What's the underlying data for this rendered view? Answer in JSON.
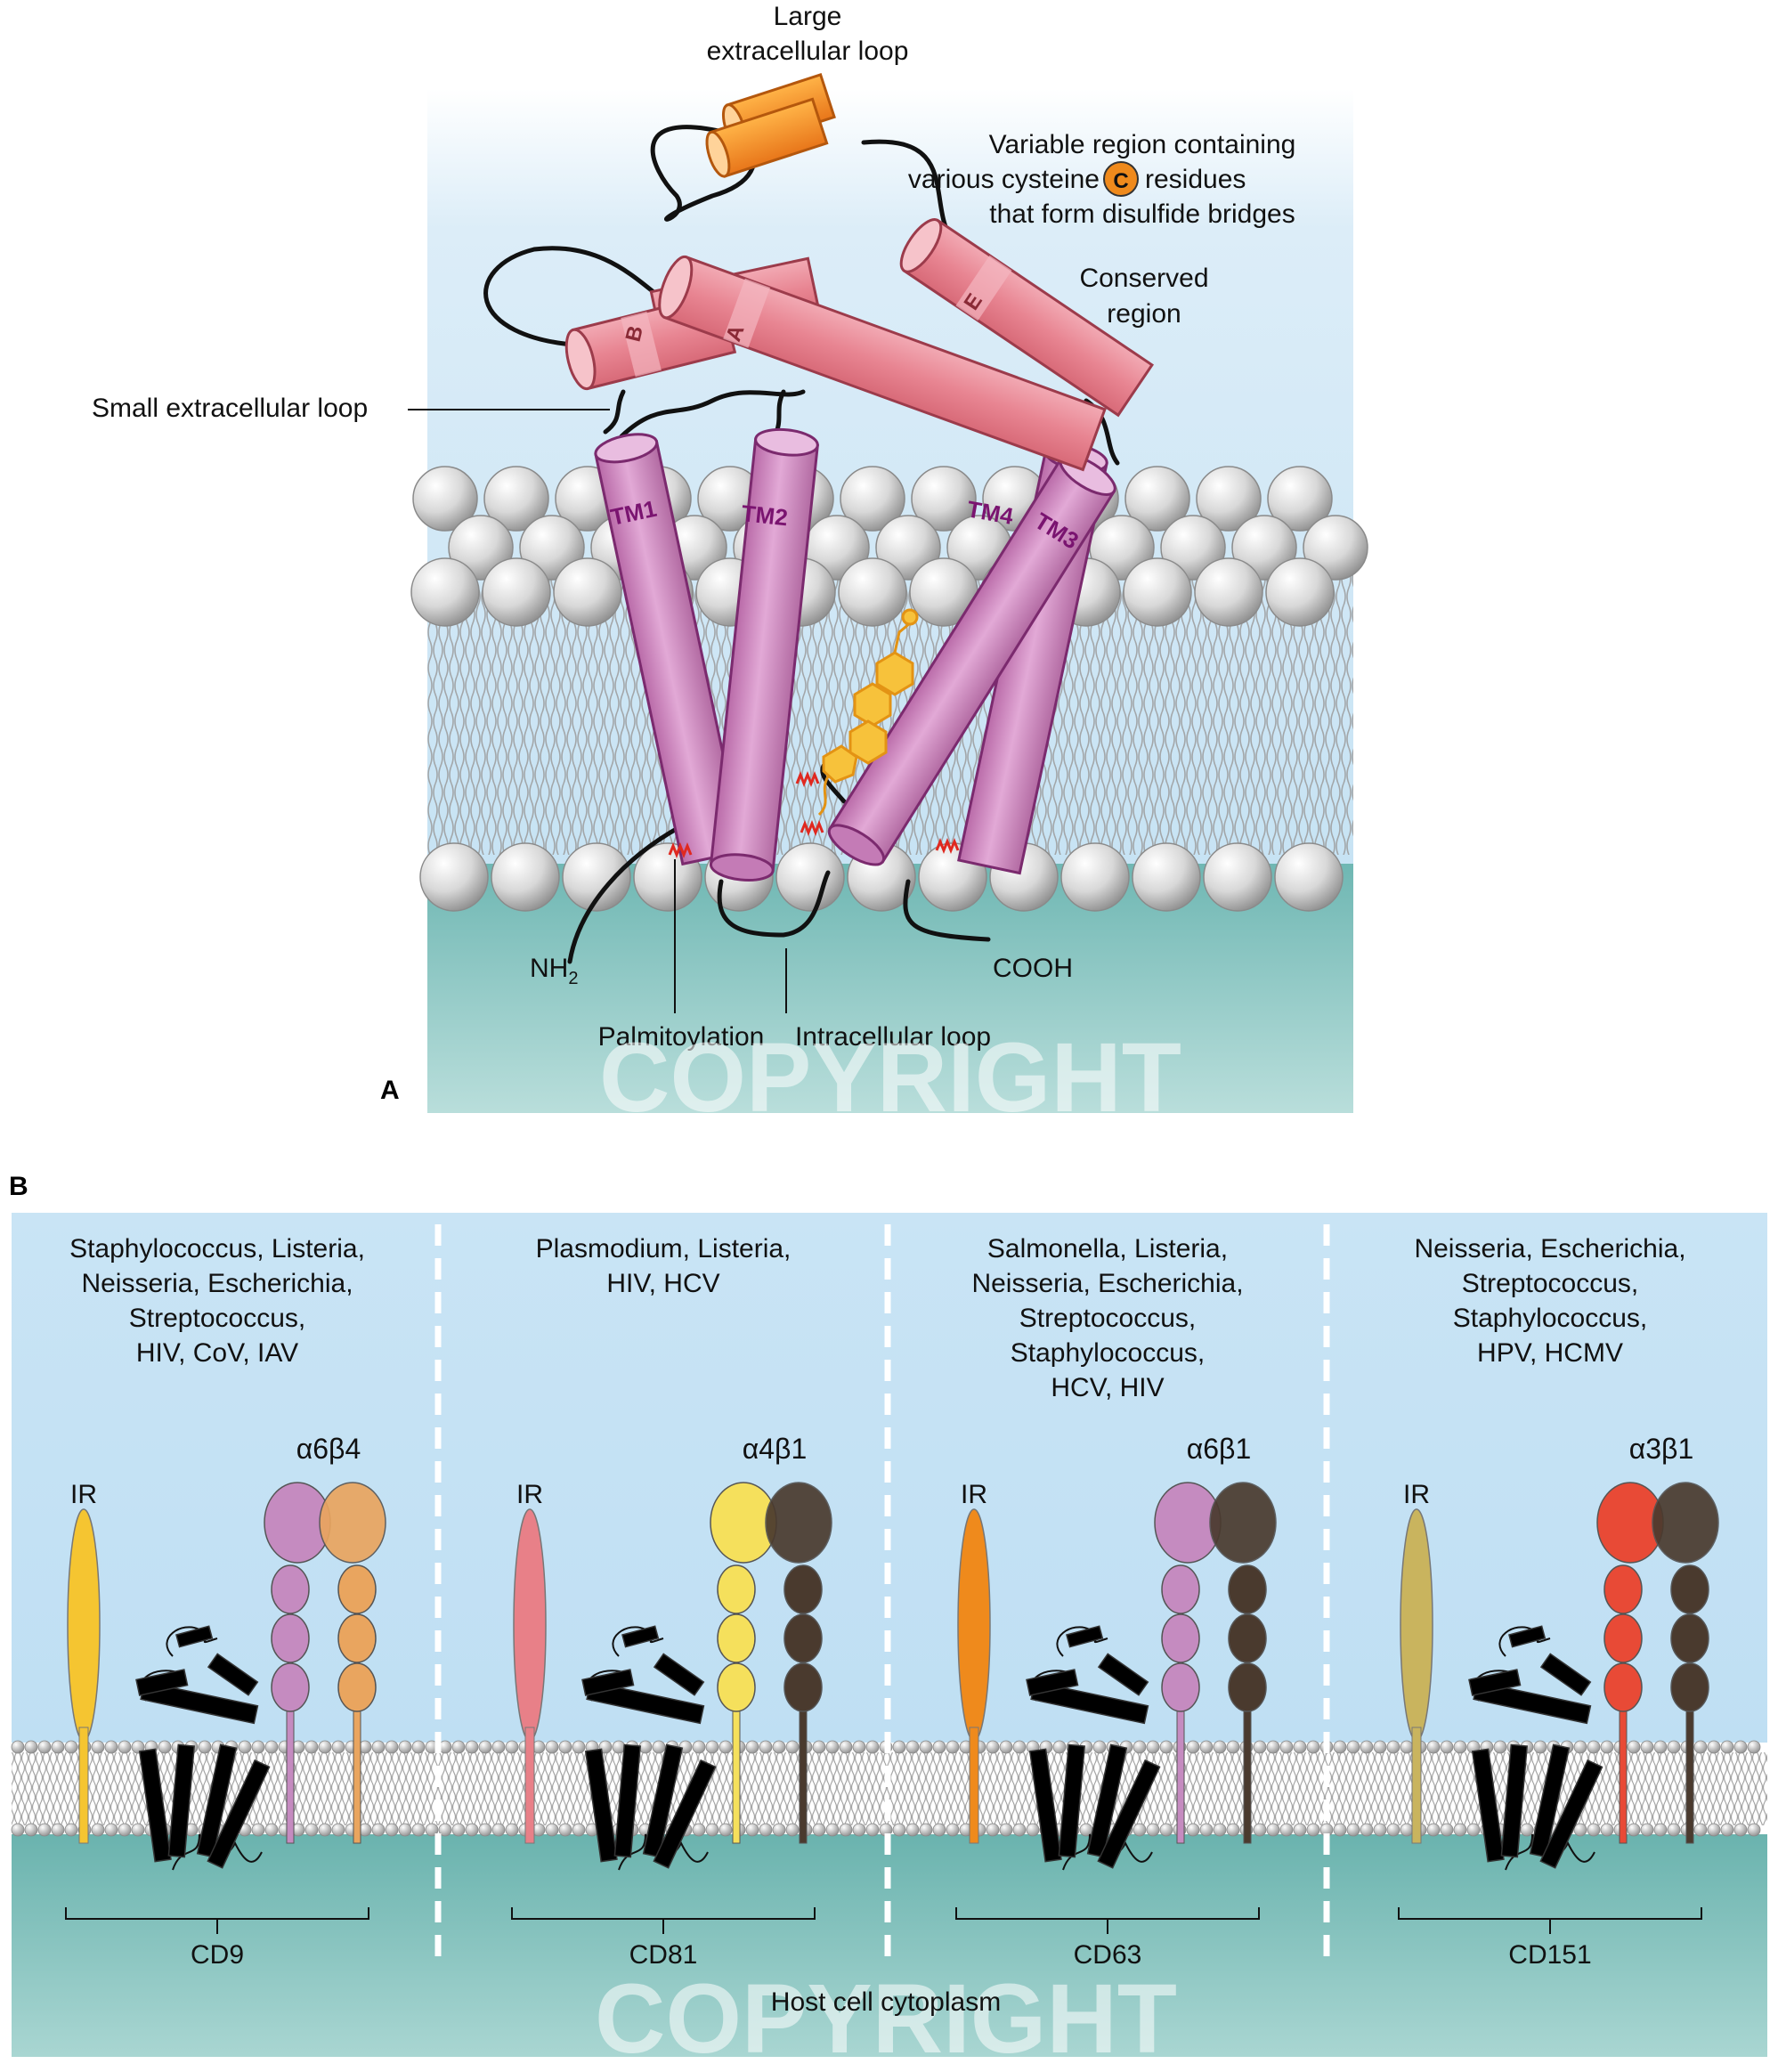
{
  "panel_a": {
    "panel_label": "A",
    "large_loop": [
      "Large",
      "extracellular loop"
    ],
    "variable_region": [
      "Variable region containing",
      "various cysteine",
      "residues",
      "that form disulfide bridges"
    ],
    "cysteine_symbol": "C",
    "conserved_region": [
      "Conserved",
      "region"
    ],
    "small_loop": "Small extracellular loop",
    "nh2": "NH",
    "nh2_sub": "2",
    "cooh": "COOH",
    "palmitoylation": "Palmitoylation",
    "intracellular_loop": "Intracellular loop",
    "helices": [
      "A",
      "B",
      "E"
    ],
    "tm": [
      "TM1",
      "TM2",
      "TM4",
      "TM3"
    ],
    "watermark": "COPYRIGHT"
  },
  "panel_b": {
    "panel_label": "B",
    "columns": [
      {
        "pathogens": [
          "Staphylococcus, Listeria,",
          "Neisseria, Escherichia,",
          "Streptococcus,",
          "HIV, CoV, IAV"
        ],
        "ir": "IR",
        "integrin": "α6β4",
        "tetraspanin": "CD9",
        "colors": {
          "ir": "#f5c531",
          "tsp": "#e8594a",
          "a": "#c58bc0",
          "b": "#e9a55f"
        }
      },
      {
        "pathogens": [
          "Plasmodium, Listeria,",
          "HIV, HCV"
        ],
        "ir": "IR",
        "integrin": "α4β1",
        "tetraspanin": "CD81",
        "colors": {
          "ir": "#e88088",
          "tsp": "#9c8471",
          "a": "#f5e05c",
          "b": "#4a3a2e"
        }
      },
      {
        "pathogens": [
          "Salmonella, Listeria,",
          "Neisseria, Escherichia,",
          "Streptococcus,",
          "Staphylococcus,",
          "HCV, HIV"
        ],
        "ir": "IR",
        "integrin": "α6β1",
        "tetraspanin": "CD63",
        "colors": {
          "ir": "#ef8a1c",
          "tsp": "#55b24a",
          "a": "#c58bc0",
          "b": "#4a3a2e"
        }
      },
      {
        "pathogens": [
          "Neisseria, Escherichia,",
          "Streptococcus,",
          "Staphylococcus,",
          "HPV, HCMV"
        ],
        "ir": "IR",
        "integrin": "α3β1",
        "tetraspanin": "CD151",
        "colors": {
          "ir": "#c9b45e",
          "tsp": "#3aa0d0",
          "a": "#e84a36",
          "b": "#4a3a2e"
        }
      }
    ],
    "cytoplasm": "Host cell cytoplasm",
    "watermark": "COPYRIGHT"
  }
}
